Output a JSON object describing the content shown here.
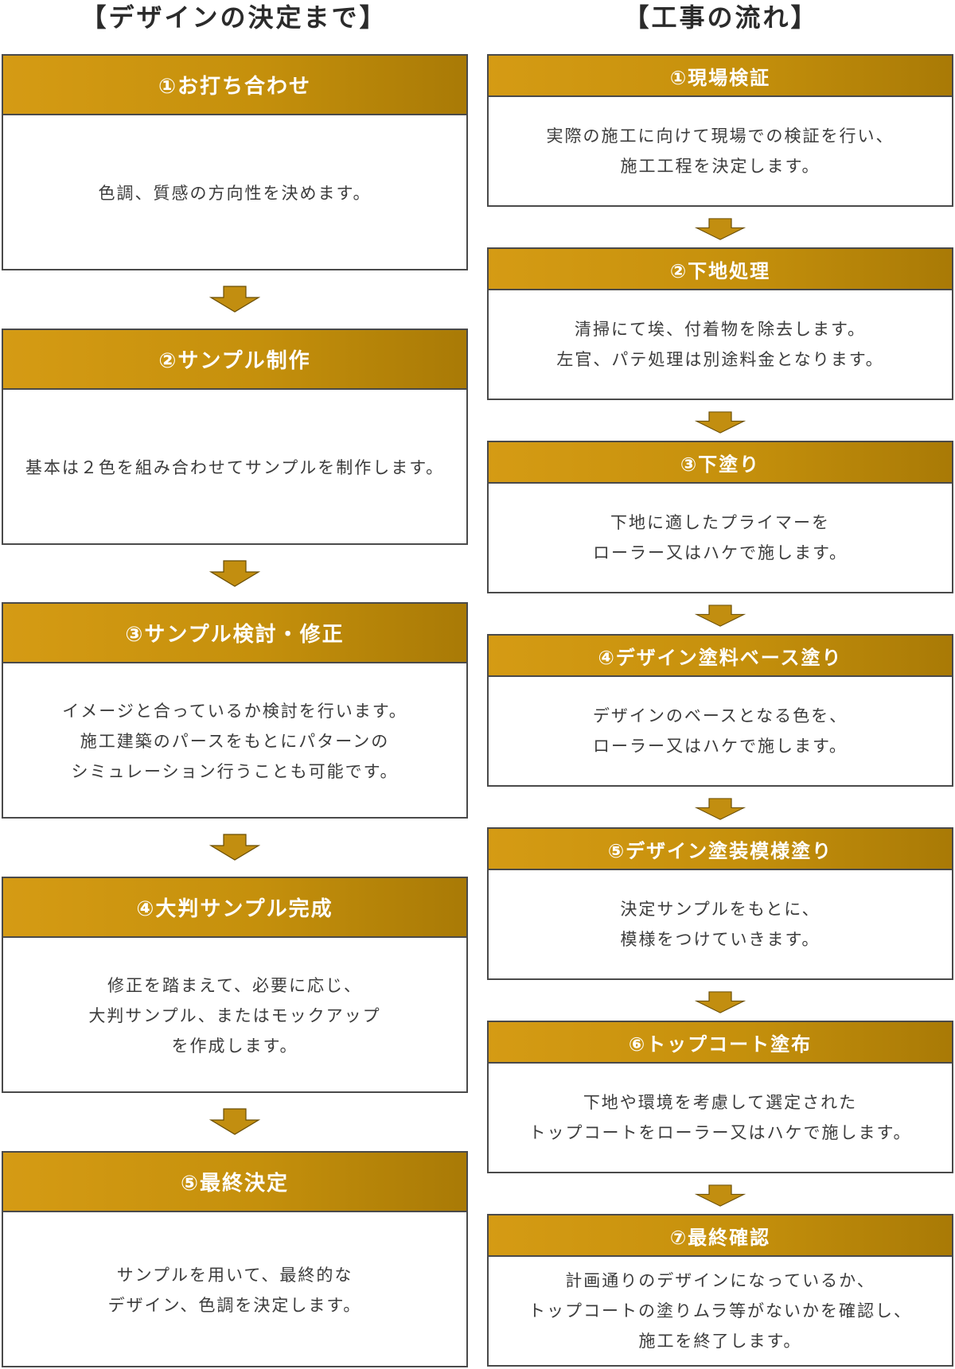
{
  "left_column": {
    "title": "【デザインの決定まで】",
    "steps": [
      {
        "head": "①お打ち合わせ",
        "lines": [
          "色調、質感の方向性を決めます。"
        ]
      },
      {
        "head": "②サンプル制作",
        "lines": [
          "基本は２色を組み合わせてサンプルを制作します。"
        ]
      },
      {
        "head": "③サンプル検討・修正",
        "lines": [
          "イメージと合っているか検討を行います。",
          "施工建築のパースをもとにパターンの",
          "シミュレーション行うことも可能です。"
        ]
      },
      {
        "head": "④大判サンプル完成",
        "lines": [
          "修正を踏まえて、必要に応じ、",
          "大判サンプル、またはモックアップ",
          "を作成します。"
        ]
      },
      {
        "head": "⑤最終決定",
        "lines": [
          "サンプルを用いて、最終的な",
          "デザイン、色調を決定します。"
        ]
      }
    ]
  },
  "right_column": {
    "title": "【工事の流れ】",
    "steps": [
      {
        "head": "①現場検証",
        "lines": [
          "実際の施工に向けて現場での検証を行い、",
          "施工工程を決定します。"
        ]
      },
      {
        "head": "②下地処理",
        "lines": [
          "清掃にて埃、付着物を除去します。",
          "左官、パテ処理は別途料金となります。"
        ]
      },
      {
        "head": "③下塗り",
        "lines": [
          "下地に適したプライマーを",
          "ローラー又はハケで施します。"
        ]
      },
      {
        "head": "④デザイン塗料ベース塗り",
        "lines": [
          "デザインのベースとなる色を、",
          "ローラー又はハケで施します。"
        ]
      },
      {
        "head": "⑤デザイン塗装模様塗り",
        "lines": [
          "決定サンプルをもとに、",
          "模様をつけていきます。"
        ]
      },
      {
        "head": "⑥トップコート塗布",
        "lines": [
          "下地や環境を考慮して選定された",
          "トップコートをローラー又はハケで施します。"
        ]
      },
      {
        "head": "⑦最終確認",
        "lines": [
          "計画通りのデザインになっているか、",
          "トップコートの塗りムラ等がないかを確認し、",
          "施工を終了します。"
        ]
      }
    ]
  },
  "colors": {
    "header_gradient_start": "#d59b14",
    "header_gradient_end": "#a97a06",
    "arrow_fill": "#c28e10",
    "border": "#4a4a4a"
  },
  "icons": {
    "arrow": "down-arrow-icon"
  }
}
